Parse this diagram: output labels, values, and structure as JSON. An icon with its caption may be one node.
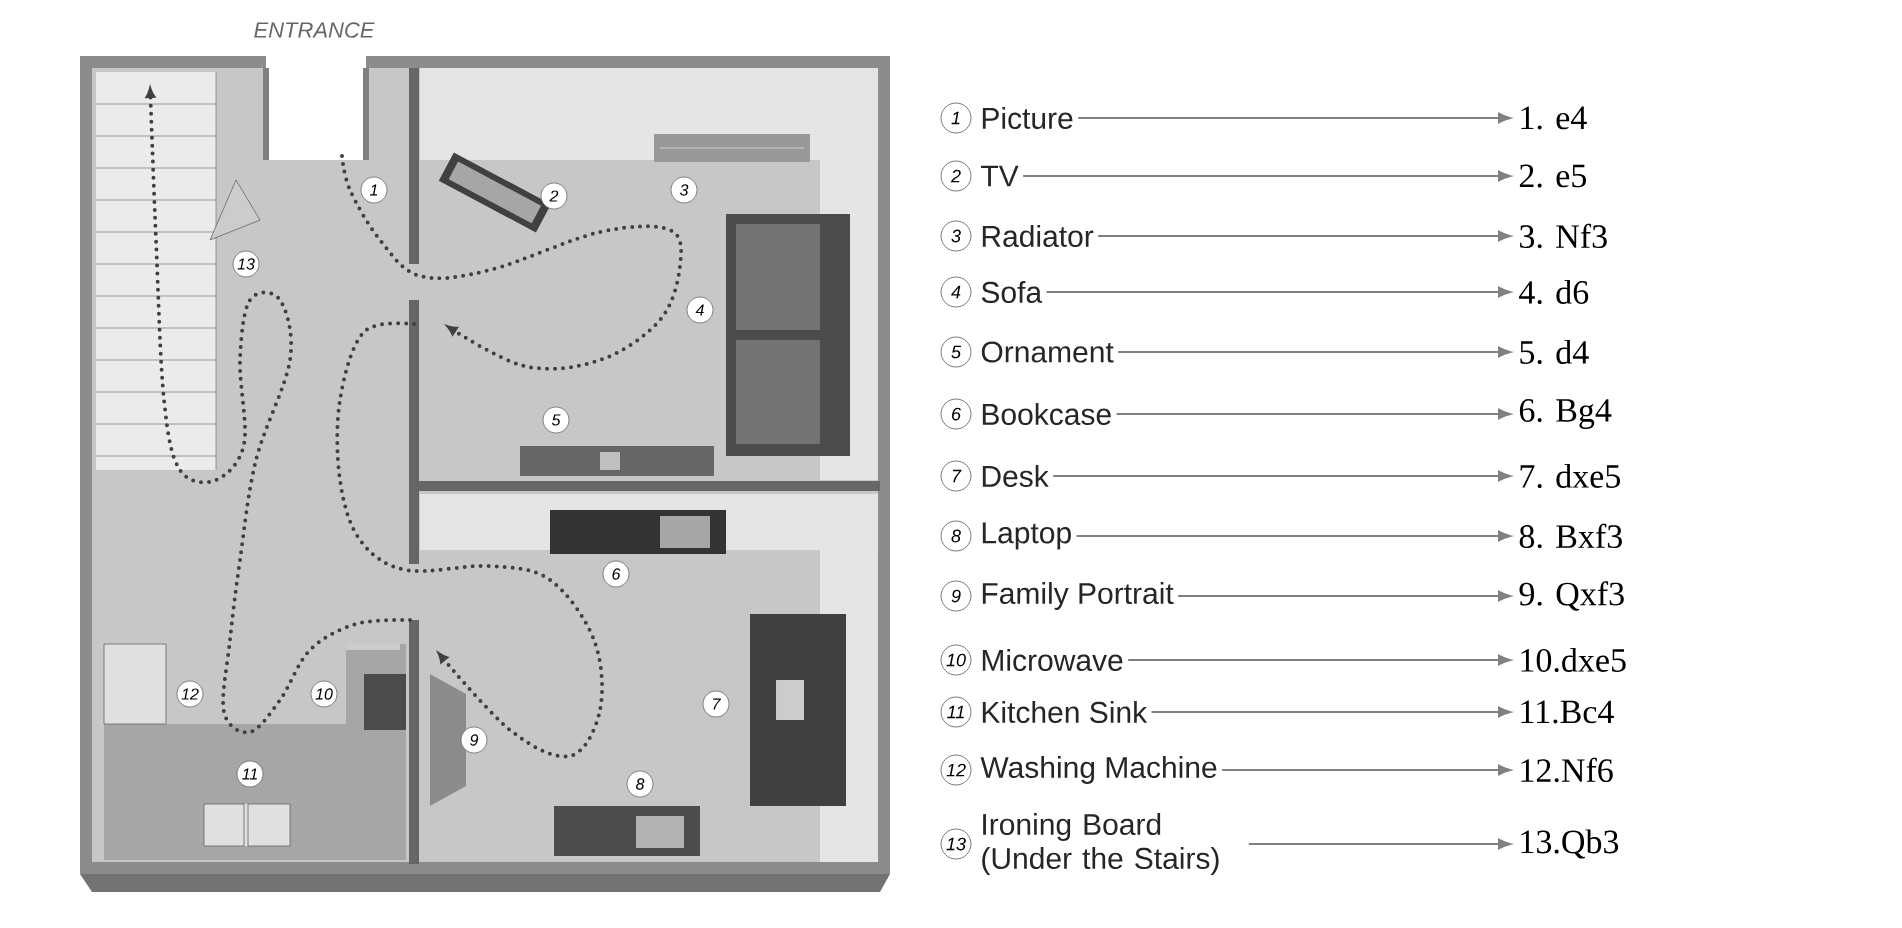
{
  "diagram": {
    "nodes": [
      {
        "text": [
          "1",
          "Picture"
        ]
      },
      {
        "text": [
          "2",
          "TV"
        ]
      },
      {
        "text": [
          "3",
          "Radiator"
        ]
      },
      {
        "text": [
          "4",
          "Sofa"
        ]
      },
      {
        "text": [
          "5",
          "Ornament"
        ]
      },
      {
        "text": [
          "6",
          "Bookcase"
        ]
      },
      {
        "text": [
          "7",
          "Desk"
        ]
      },
      {
        "text": [
          "8",
          "Laptop"
        ]
      },
      {
        "text": [
          "9",
          "Family Portrait"
        ]
      },
      {
        "text": [
          "10",
          "Microwave"
        ]
      },
      {
        "text": [
          "11",
          "Kitchen Sink"
        ]
      },
      {
        "text": [
          "12",
          "Washing Machine"
        ]
      },
      {
        "text": [
          "13",
          "Ironing Board (Under the Stairs)"
        ]
      },
      {
        "text": [
          "1. e4"
        ]
      },
      {
        "text": [
          "2. e5"
        ]
      },
      {
        "text": [
          "3. Nf3"
        ]
      },
      {
        "text": [
          "4. d6"
        ]
      },
      {
        "text": [
          "5. d4"
        ]
      },
      {
        "text": [
          "6. Bg4"
        ]
      },
      {
        "text": [
          "7. dxe5"
        ]
      },
      {
        "text": [
          "8. Bxf3"
        ]
      },
      {
        "text": [
          "9. Qxf3"
        ]
      },
      {
        "text": [
          "10.dxe5"
        ]
      },
      {
        "text": [
          "11.Bc4"
        ]
      },
      {
        "text": [
          "12.Nf6"
        ]
      },
      {
        "text": [
          "13.Qb3"
        ]
      }
    ],
    "edges": [
      {
        "from": 0,
        "to": 13,
        "arrow": "to"
      },
      {
        "from": 1,
        "to": 14,
        "arrow": "to"
      },
      {
        "from": 2,
        "to": 15,
        "arrow": "to"
      },
      {
        "from": 3,
        "to": 16,
        "arrow": "to"
      },
      {
        "from": 4,
        "to": 17,
        "arrow": "to"
      },
      {
        "from": 5,
        "to": 18,
        "arrow": "to"
      },
      {
        "from": 6,
        "to": 19,
        "arrow": "to"
      },
      {
        "from": 7,
        "to": 20,
        "arrow": "to"
      },
      {
        "from": 8,
        "to": 21,
        "arrow": "to"
      },
      {
        "from": 9,
        "to": 22,
        "arrow": "to"
      },
      {
        "from": 10,
        "to": 23,
        "arrow": "to"
      },
      {
        "from": 11,
        "to": 24,
        "arrow": "to"
      },
      {
        "from": 12,
        "to": 25,
        "arrow": "to"
      }
    ],
    "labels": [
      "ENTRANCE",
      "1",
      "2",
      "3",
      "4",
      "5",
      "6",
      "7",
      "8",
      "9",
      "10",
      "11",
      "12",
      "13"
    ]
  }
}
